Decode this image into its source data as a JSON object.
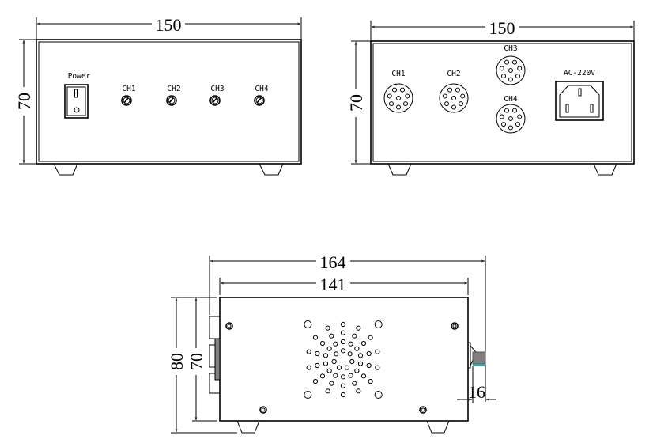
{
  "front_view": {
    "width_dim": "150",
    "height_dim": "70",
    "power_label": "Power",
    "knob_labels": [
      "CH1",
      "CH2",
      "CH3",
      "CH4"
    ]
  },
  "rear_view": {
    "width_dim": "150",
    "height_dim": "70",
    "connector_labels": [
      "CH1",
      "CH2",
      "CH3",
      "CH4"
    ],
    "power_inlet_label": "AC-220V"
  },
  "side_view": {
    "overall_length_dim": "164",
    "body_length_dim": "141",
    "overall_height_dim": "80",
    "body_height_dim": "70",
    "switch_protrusion_dim": "16"
  },
  "colors": {
    "line": "#000000",
    "switch_body": "#808080",
    "switch_accent": "#3aa6a0"
  }
}
